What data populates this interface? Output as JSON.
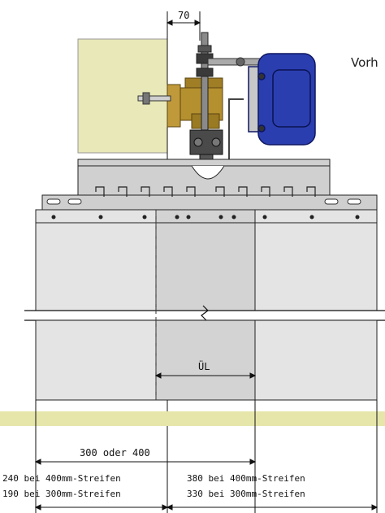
{
  "labels": {
    "top_dimension": "70",
    "side_text": "Vorh",
    "overlap": "ÜL",
    "width_total": "300 oder 400",
    "left_400": "240 bei 400mm-Streifen",
    "left_300": "190 bei 300mm-Streifen",
    "right_400": "380 bei 400mm-Streifen",
    "right_300": "330 bei 300mm-Streifen"
  },
  "colors": {
    "wall": "#e8e8b8",
    "floor_band": "#e6e6ab",
    "strip_light": "#e4e4e4",
    "strip_overlap": "#d3d3d3",
    "rail": "#cfcfcf",
    "motor_blue": "#2b3eb0",
    "bracket_brass": "#b5902f"
  },
  "icons": {
    "motor": "blue-motor-icon",
    "spindle": "threaded-spindle-icon"
  }
}
